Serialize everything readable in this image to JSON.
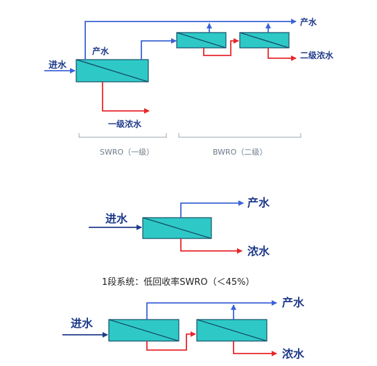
{
  "colors": {
    "membrane": "#2ec9c6",
    "permeate_line": "#3b63d8",
    "concentrate_line": "#e8262a",
    "label_text": "#1f3a8a"
  },
  "diagram1": {
    "feed": "进水",
    "permeate_stage1": "产水",
    "permeate_final": "产水",
    "concentrate1": "一级浓水",
    "concentrate2": "二级浓水",
    "bracket_left": "SWRO（一级）",
    "bracket_right": "BWRO（二级）"
  },
  "diagram2": {
    "feed": "进水",
    "permeate": "产水",
    "concentrate": "浓水",
    "caption": "1段系统：低回收率SWRO（＜45%）"
  },
  "diagram3": {
    "feed": "进水",
    "permeate": "产水",
    "concentrate": "浓水"
  }
}
